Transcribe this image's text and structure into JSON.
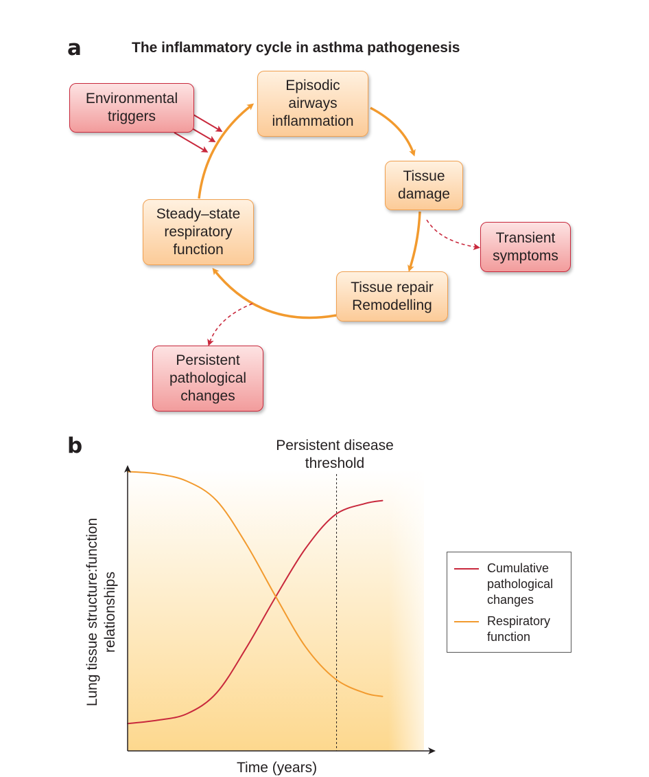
{
  "panel_a": {
    "letter": "a",
    "title": "The inflammatory cycle in asthma pathogenesis",
    "boxes": {
      "episodic_inflammation": [
        "Episodic",
        "airways",
        "inflammation"
      ],
      "tissue_damage": [
        "Tissue",
        "damage"
      ],
      "tissue_repair": [
        "Tissue repair",
        "Remodelling"
      ],
      "steady_state": [
        "Steady–state",
        "respiratory",
        "function"
      ],
      "environmental_triggers": [
        "Environmental",
        "triggers"
      ],
      "transient_symptoms": [
        "Transient",
        "symptoms"
      ],
      "persistent_changes": [
        "Persistent",
        "pathological",
        "changes"
      ]
    },
    "colors": {
      "cycle_arrow": "#f29a2e",
      "trigger_arrow": "#c8283c",
      "stage_fill_top": "#fff1e0",
      "stage_fill_bottom": "#fccb98",
      "effect_fill_top": "#fde3e3",
      "effect_fill_bottom": "#f29c9c"
    }
  },
  "panel_b": {
    "letter": "b",
    "chart_data": {
      "type": "line",
      "xlabel": "Time (years)",
      "ylabel": [
        "Lung tissue structure:function",
        "relationships"
      ],
      "xlim": [
        0,
        100
      ],
      "ylim": [
        0,
        100
      ],
      "axis_ticks": false,
      "grid": false,
      "threshold": {
        "x": 70.5,
        "label": [
          "Persistent disease",
          "threshold"
        ]
      },
      "legend_position": "right",
      "series": [
        {
          "name": [
            "Cumulative",
            "pathological",
            "changes"
          ],
          "color": "#c8283c",
          "x": [
            0,
            10,
            20,
            30,
            40,
            50,
            60,
            70,
            80,
            86
          ],
          "y": [
            9.7,
            10.9,
            13.2,
            20.6,
            36.6,
            54.9,
            72.0,
            84.0,
            88.0,
            89.1
          ]
        },
        {
          "name": [
            "Respiratory",
            "function"
          ],
          "color": "#f29a2e",
          "x": [
            0,
            10,
            20,
            30,
            40,
            50,
            60,
            70,
            80,
            86
          ],
          "y": [
            99.4,
            98.6,
            96.0,
            89.1,
            73.7,
            54.9,
            37.1,
            25.7,
            20.6,
            19.4
          ]
        }
      ],
      "background_gradient": [
        "#ffffff",
        "#fdd88e"
      ]
    }
  }
}
